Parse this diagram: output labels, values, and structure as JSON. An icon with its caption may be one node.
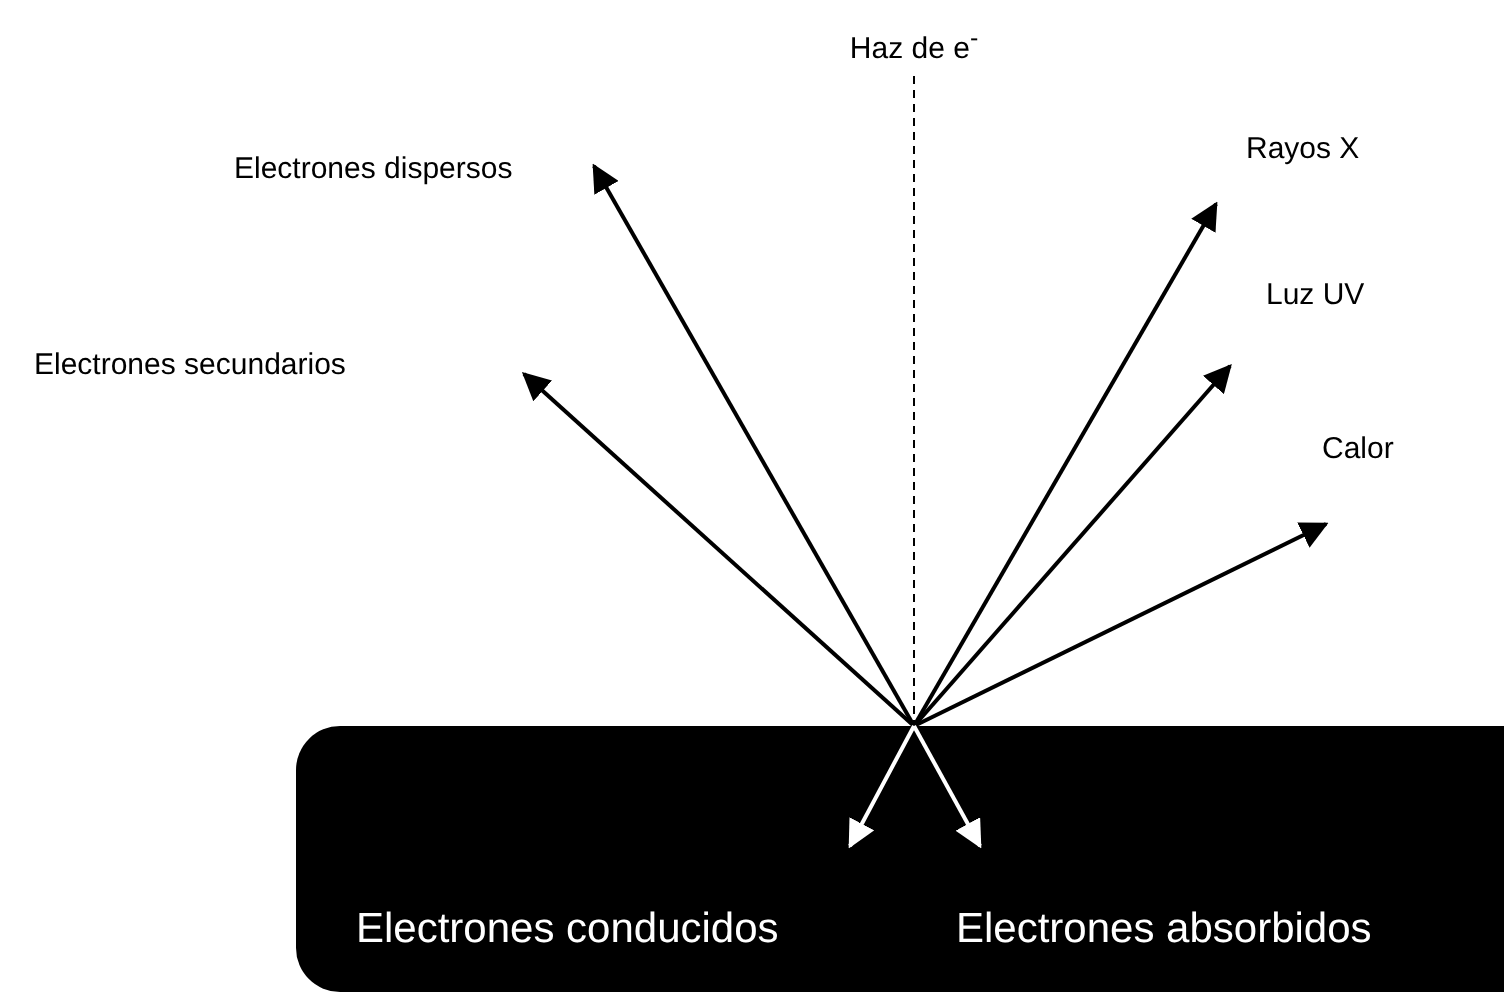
{
  "diagram": {
    "nodes": [
      {
        "text": [
          "Haz de e$^{-}$"
        ]
      },
      {
        "text": [
          "Electrones dispersos"
        ]
      },
      {
        "text": [
          "Rayos X"
        ]
      },
      {
        "text": [
          "Electrones secundarios"
        ]
      },
      {
        "text": [
          "Luz UV"
        ]
      },
      {
        "text": [
          "Calor"
        ]
      },
      {
        "text": [],
        "shape": "box"
      },
      {
        "text": [
          "Electrones conducidos"
        ],
        "in": 6
      },
      {
        "text": [
          "Electrones absorbidos"
        ],
        "in": 6
      }
    ],
    "edges": [
      {
        "from": 0,
        "to": 6,
        "arrow": "none",
        "style": "dashed"
      },
      {
        "from": 6,
        "to": 1,
        "arrow": "to"
      },
      {
        "from": 6,
        "to": 2,
        "arrow": "to"
      },
      {
        "from": 6,
        "to": 3,
        "arrow": "to"
      },
      {
        "from": 6,
        "to": 4,
        "arrow": "to"
      },
      {
        "from": 6,
        "to": 5,
        "arrow": "to"
      },
      {
        "from": 6,
        "to": 7,
        "arrow": "to",
        "color": "#ffffff"
      },
      {
        "from": 6,
        "to": 8,
        "arrow": "to",
        "color": "#ffffff"
      }
    ]
  }
}
